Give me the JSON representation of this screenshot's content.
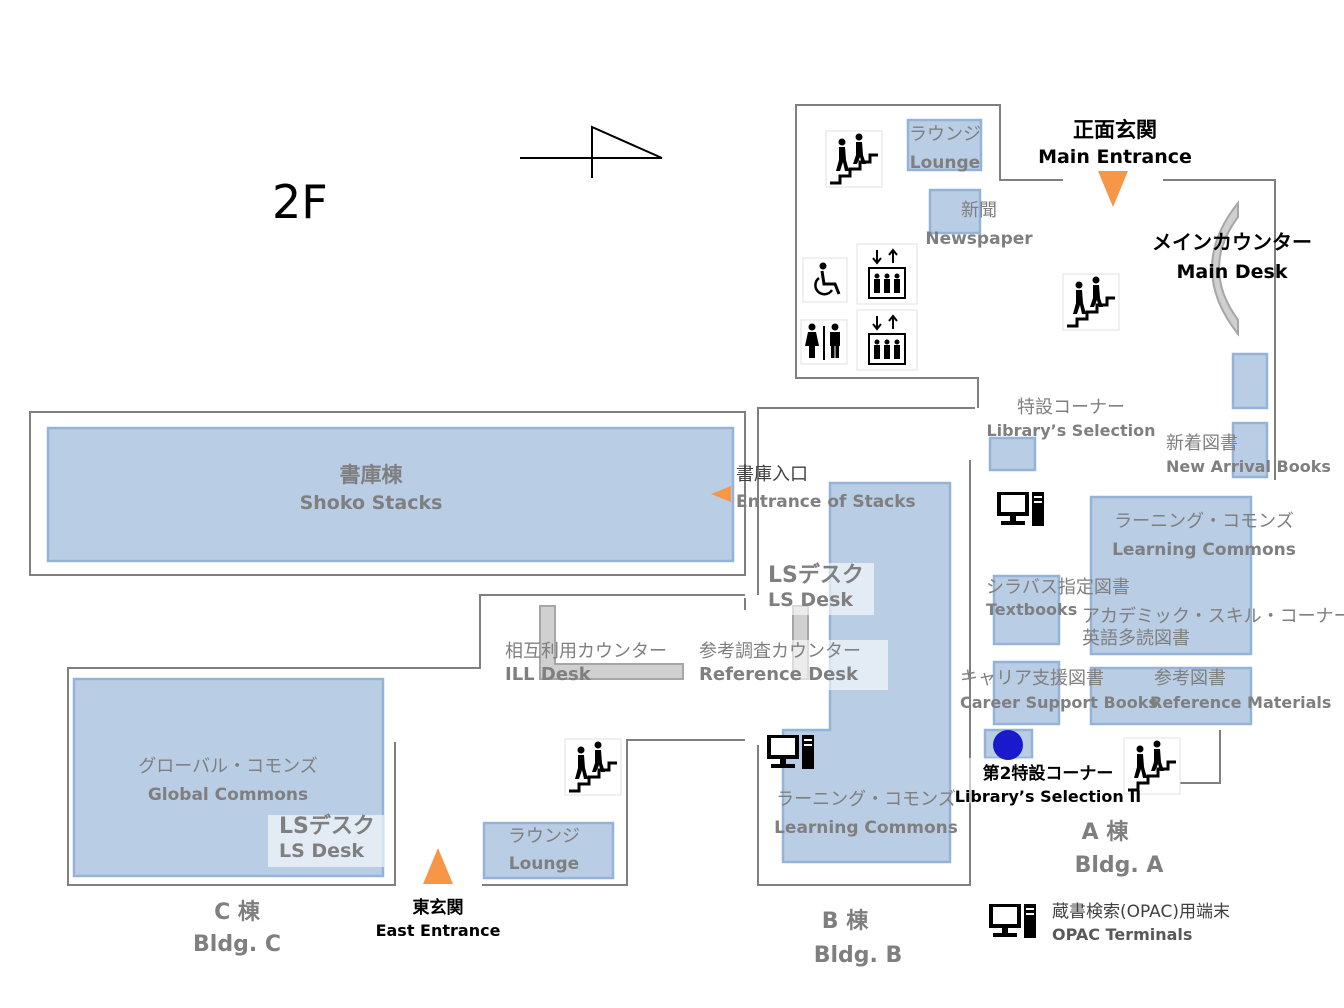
{
  "floor": "2F",
  "main_entrance": {
    "ja": "正面玄関",
    "en": "Main Entrance"
  },
  "main_desk": {
    "ja": "メインカウンター",
    "en": "Main Desk"
  },
  "lounge_a": {
    "ja": "ラウンジ",
    "en": "Lounge"
  },
  "newspaper": {
    "ja": "新聞",
    "en": "Newspaper"
  },
  "library_selection": {
    "ja": "特設コーナー",
    "en": "Library’s Selection"
  },
  "new_arrival": {
    "ja": "新着図書",
    "en": "New Arrival Books"
  },
  "learning_commons_a": {
    "ja": "ラーニング・コモンズ",
    "en": "Learning Commons"
  },
  "textbooks": {
    "ja": "シラバス指定図書",
    "en": "Textbooks"
  },
  "academic_skills": {
    "line1": "アカデミック・スキル・コーナー",
    "line2": "英語多読図書"
  },
  "career_support": {
    "ja": "キャリア支援図書",
    "en": "Career Support Books"
  },
  "reference_materials": {
    "ja": "参考図書",
    "en": "Reference Materials"
  },
  "library_selection_2": {
    "ja": "第2特設コーナー",
    "en": "Library’s Selection II"
  },
  "shoko_stacks": {
    "ja": "書庫棟",
    "en": "Shoko Stacks"
  },
  "entrance_of_stacks": {
    "ja": "書庫入口",
    "en": "Entrance of Stacks"
  },
  "ls_desk_b": {
    "ja": "LSデスク",
    "en": "LS Desk"
  },
  "ill_desk": {
    "ja": "相互利用カウンター",
    "en": "ILL Desk"
  },
  "reference_desk": {
    "ja": "参考調査カウンター",
    "en": "Reference Desk"
  },
  "learning_commons_b": {
    "ja": "ラーニング・コモンズ",
    "en": "Learning Commons"
  },
  "global_commons": {
    "ja": "グローバル・コモンズ",
    "en": "Global Commons"
  },
  "ls_desk_c": {
    "ja": "LSデスク",
    "en": "LS Desk"
  },
  "lounge_c": {
    "ja": "ラウンジ",
    "en": "Lounge"
  },
  "east_entrance": {
    "ja": "東玄関",
    "en": "East Entrance"
  },
  "bldg_a": {
    "ja": "A 棟",
    "en": "Bldg. A"
  },
  "bldg_b": {
    "ja": "B 棟",
    "en": "Bldg. B"
  },
  "bldg_c": {
    "ja": "C 棟",
    "en": "Bldg. C"
  },
  "legend": {
    "ja": "蔵書検索(OPAC)用端末",
    "en": "OPAC Terminals",
    "icon": "computer-icon"
  },
  "icons": [
    "stairs-icon",
    "elevator-icon",
    "wheelchair-icon",
    "restroom-icon",
    "computer-icon",
    "north-arrow-icon",
    "entrance-marker-icon"
  ],
  "colors": {
    "room_fill": "#b9cde5",
    "room_stroke": "#95b3d7",
    "wall": "#7f7f7f",
    "entrance": "#f79646",
    "desk": "#d0d0d0",
    "spot": "#1a1acc"
  }
}
